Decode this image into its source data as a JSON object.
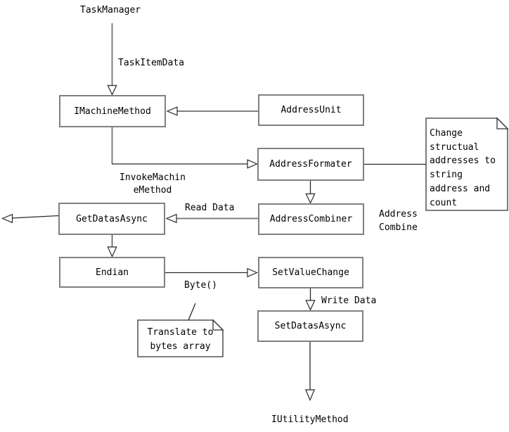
{
  "diagram": {
    "endpoints": {
      "task_manager": "TaskManager",
      "iutility_method": "IUtilityMethod"
    },
    "boxes": {
      "imachine_method": "IMachineMethod",
      "address_unit": "AddressUnit",
      "address_formater": "AddressFormater",
      "address_combiner": "AddressCombiner",
      "get_datas_async": "GetDatasAsync",
      "endian": "Endian",
      "set_value_change": "SetValueChange",
      "set_datas_async": "SetDatasAsync"
    },
    "edge_labels": {
      "task_item_data": "TaskItemData",
      "invoke_machine_line1": "InvokeMachin",
      "invoke_machine_line2": "eMethod",
      "read_data": "Read Data",
      "address_combine_line1": "Address",
      "address_combine_line2": "Combine",
      "byte_call": "Byte()",
      "write_data": "Write Data"
    },
    "notes": {
      "change_structural": {
        "lines": [
          "Change",
          "structual",
          "addresses to",
          "string",
          "address and",
          "count"
        ]
      },
      "translate_bytes": {
        "lines": [
          "Translate to",
          "bytes array"
        ]
      }
    },
    "colors": {
      "connector_gray": "#808080",
      "connector_dark": "#2a2a2a",
      "box_border": "#808080",
      "note_border": "#333333",
      "text": "#000000",
      "background": "#ffffff"
    }
  }
}
